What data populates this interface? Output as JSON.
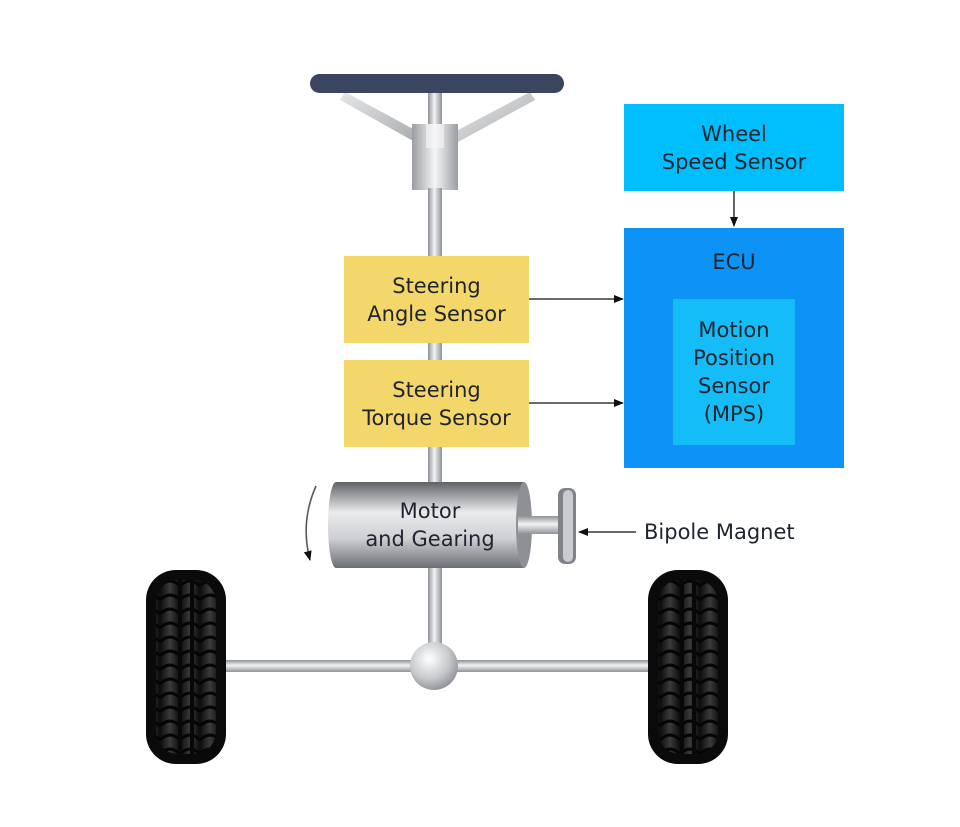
{
  "boxes": {
    "wheel_speed_sensor": "Wheel\nSpeed Sensor",
    "ecu": "ECU",
    "motion_position_sensor": "Motion\nPosition\nSensor\n(MPS)",
    "steering_angle_sensor": "Steering\nAngle Sensor",
    "steering_torque_sensor": "Steering\nTorque Sensor",
    "motor_gearing": "Motor\nand Gearing"
  },
  "labels": {
    "bipole_magnet": "Bipole Magnet"
  },
  "colors": {
    "sensor_yellow": "#f4d76b",
    "wheel_sensor_cyan": "#00bdfb",
    "ecu_blue": "#0d93f5",
    "mps_lightblue": "#14bdf8",
    "wheel_top_navy": "#3b4560"
  },
  "icons": {
    "steering_wheel": "steering-wheel-icon",
    "tire": "tire-icon",
    "rotation_arrow": "rotation-arrow-icon"
  }
}
